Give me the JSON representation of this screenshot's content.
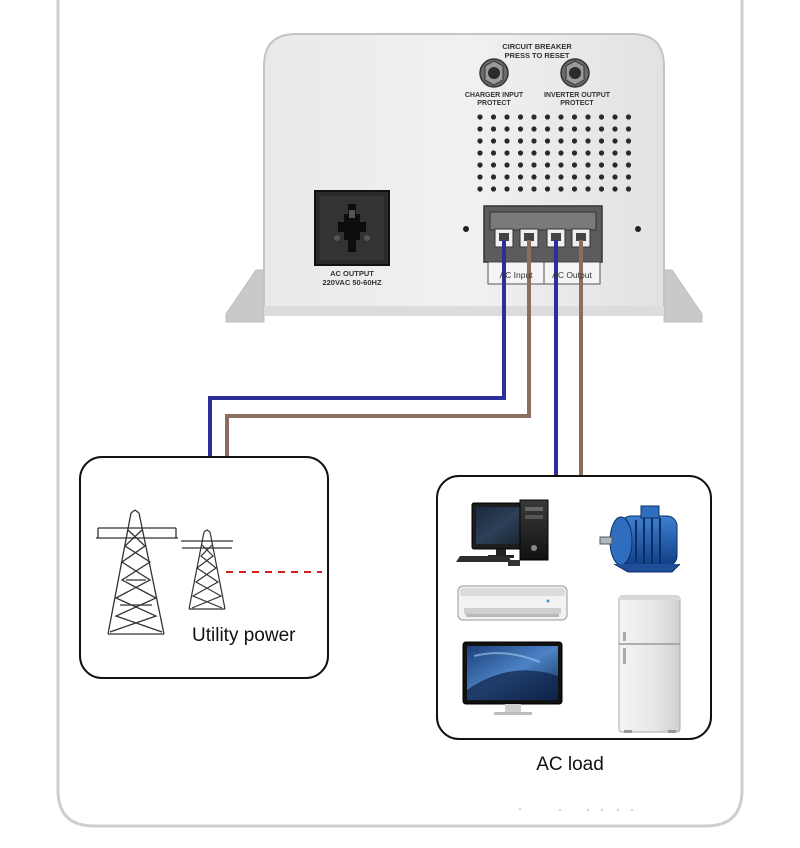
{
  "inverter": {
    "breaker_line1": "CIRCUIT BREAKER",
    "breaker_line2": "PRESS TO RESET",
    "charger_line1": "CHARGER INPUT",
    "charger_line2": "PROTECT",
    "inverter_line1": "INVERTER OUTPUT",
    "inverter_line2": "PROTECT",
    "socket_line1": "AC OUTPUT",
    "socket_line2": "220VAC 50-60HZ",
    "terminal_input_label": "AC Input",
    "terminal_output_label": "AC Output"
  },
  "utility": {
    "label": "Utility power"
  },
  "load": {
    "label": "AC load"
  },
  "colors": {
    "live_wire": "#2b2f9a",
    "neutral_wire": "#8d6e5e",
    "dashed_line": "#d12020",
    "panel_border": "#cfcfcf",
    "box_border": "#111111",
    "device_body": "#e4e4e4"
  },
  "icons": [
    "power-tower-icon",
    "desktop-computer-icon",
    "electric-motor-icon",
    "air-conditioner-icon",
    "refrigerator-icon",
    "monitor-icon",
    "universal-socket-icon",
    "circuit-breaker-icon"
  ]
}
